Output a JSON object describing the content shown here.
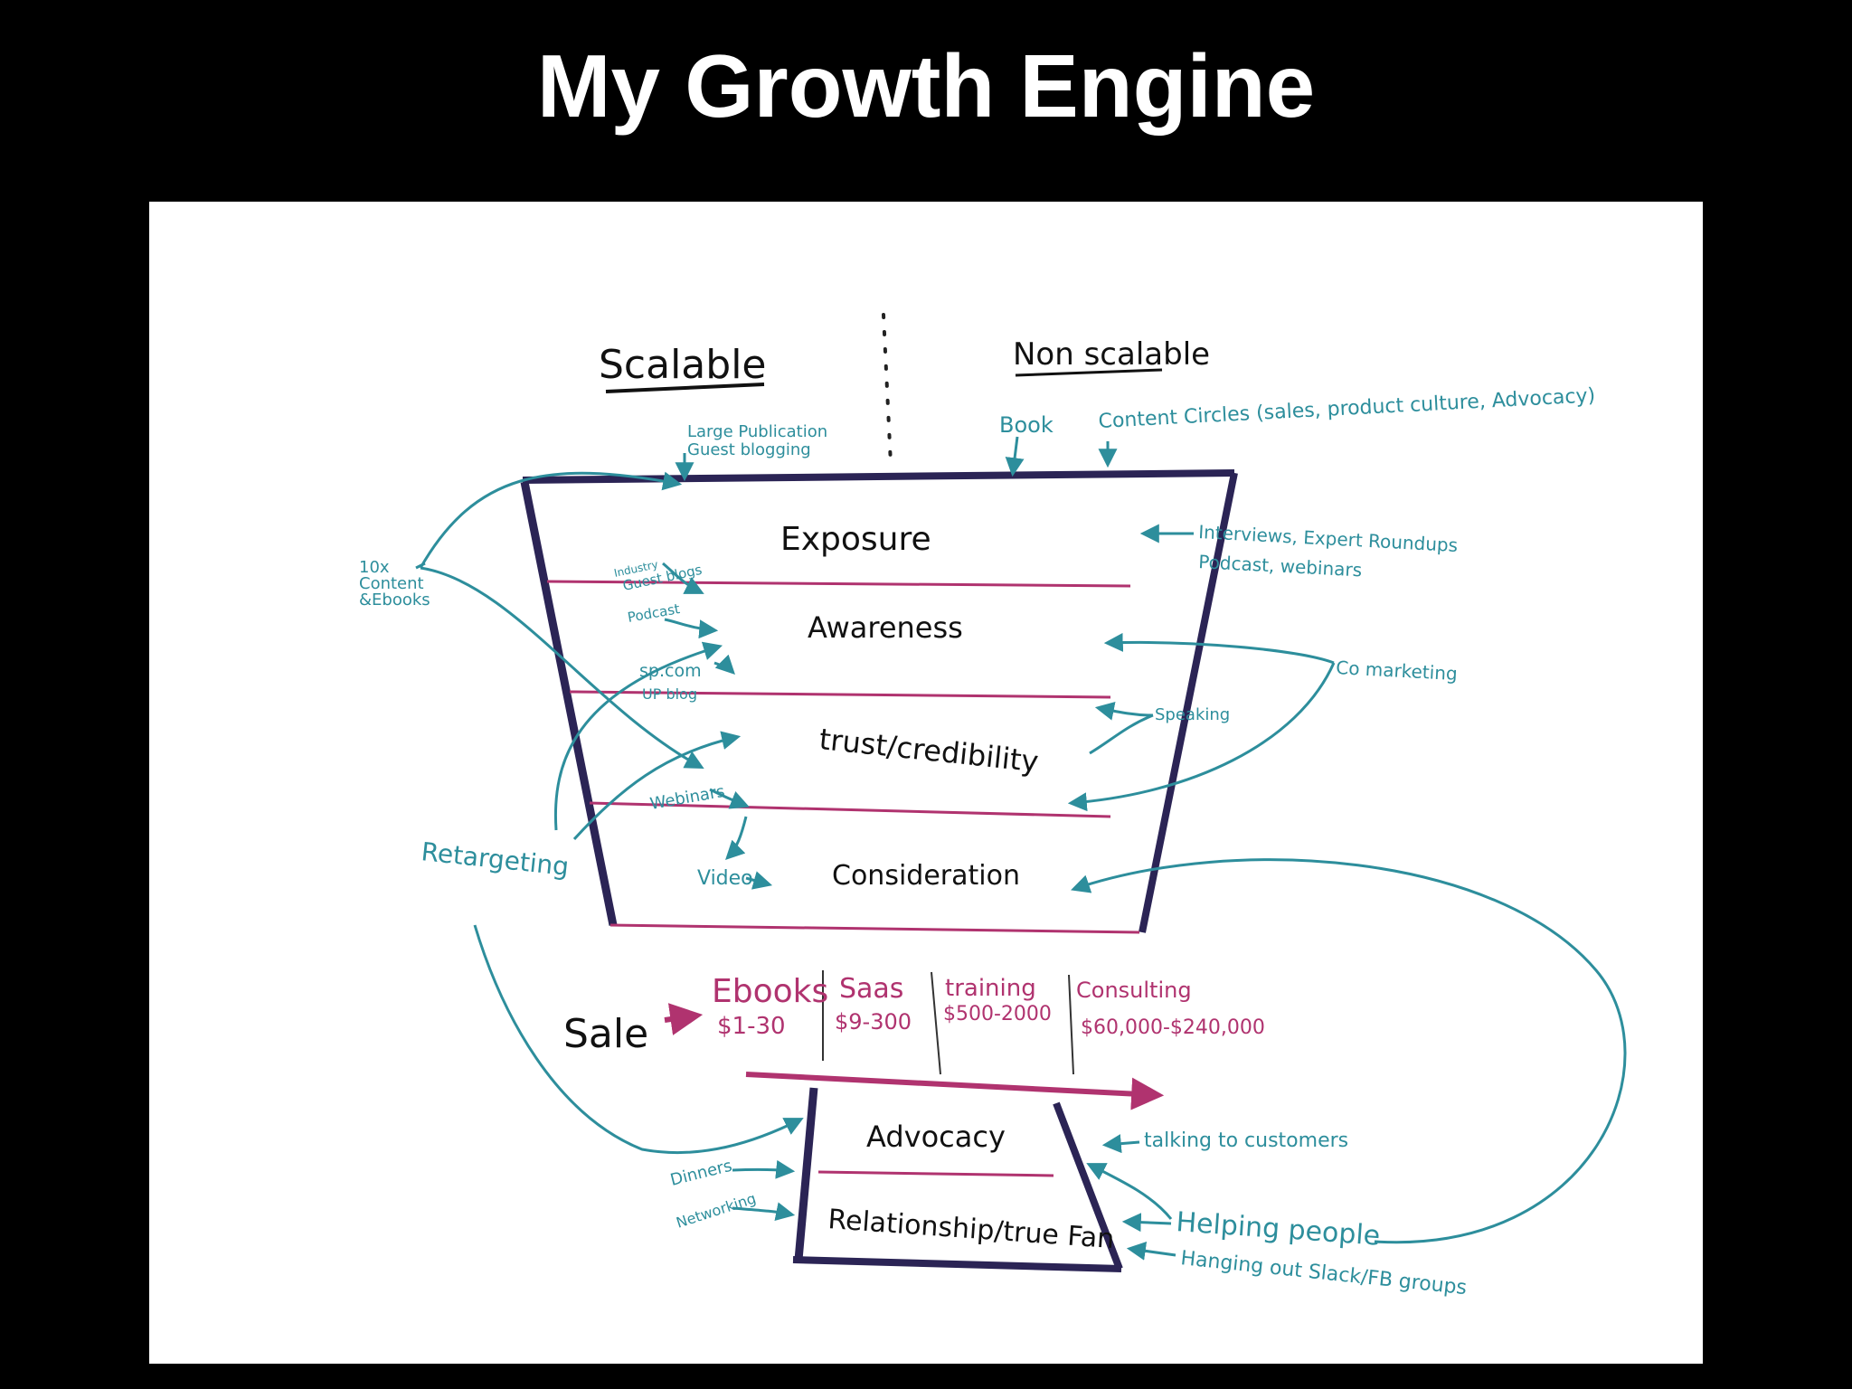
{
  "title": "My Growth Engine",
  "colors": {
    "background": "#000000",
    "board": "#ffffff",
    "funnel": "#2b2455",
    "teal": "#2d8e9c",
    "magenta": "#b0336f"
  },
  "headers": {
    "scalable": "Scalable",
    "non_scalable": "Non scalable"
  },
  "funnel_stages": [
    "Exposure",
    "Awareness",
    "trust/credibility",
    "Consideration"
  ],
  "bottom_stages": [
    "Advocacy",
    "Relationship/true Fan"
  ],
  "sale": {
    "label": "Sale",
    "products": [
      {
        "name": "Ebooks",
        "price": "$1-30"
      },
      {
        "name": "Saas",
        "price": "$9-300"
      },
      {
        "name": "training",
        "price": "$500-2000"
      },
      {
        "name": "Consulting",
        "price": "$60,000-$240,000"
      }
    ]
  },
  "scalable_items": {
    "large_pub_1": "Large Publication",
    "large_pub_2": "Guest blogging",
    "ten_x_1": "10x",
    "ten_x_2": "Content",
    "ten_x_3": "&Ebooks",
    "guest_1": "Industry",
    "guest_2": "Guest blogs",
    "podcast": "Podcast",
    "sp_1": "sp.com",
    "sp_2": "UP blog",
    "webinars": "Webinars",
    "video": "Video",
    "retargeting": "Retargeting",
    "dinners": "Dinners",
    "networking": "Networking"
  },
  "non_scalable_items": {
    "book": "Book",
    "content_circles": "Content Circles (sales, product culture, Advocacy)",
    "interviews_1": "Interviews, Expert Roundups",
    "interviews_2": "Podcast, webinars",
    "co_marketing": "Co marketing",
    "speaking": "Speaking",
    "talking": "talking to customers",
    "helping": "Helping people",
    "hanging": "Hanging out Slack/FB groups"
  }
}
